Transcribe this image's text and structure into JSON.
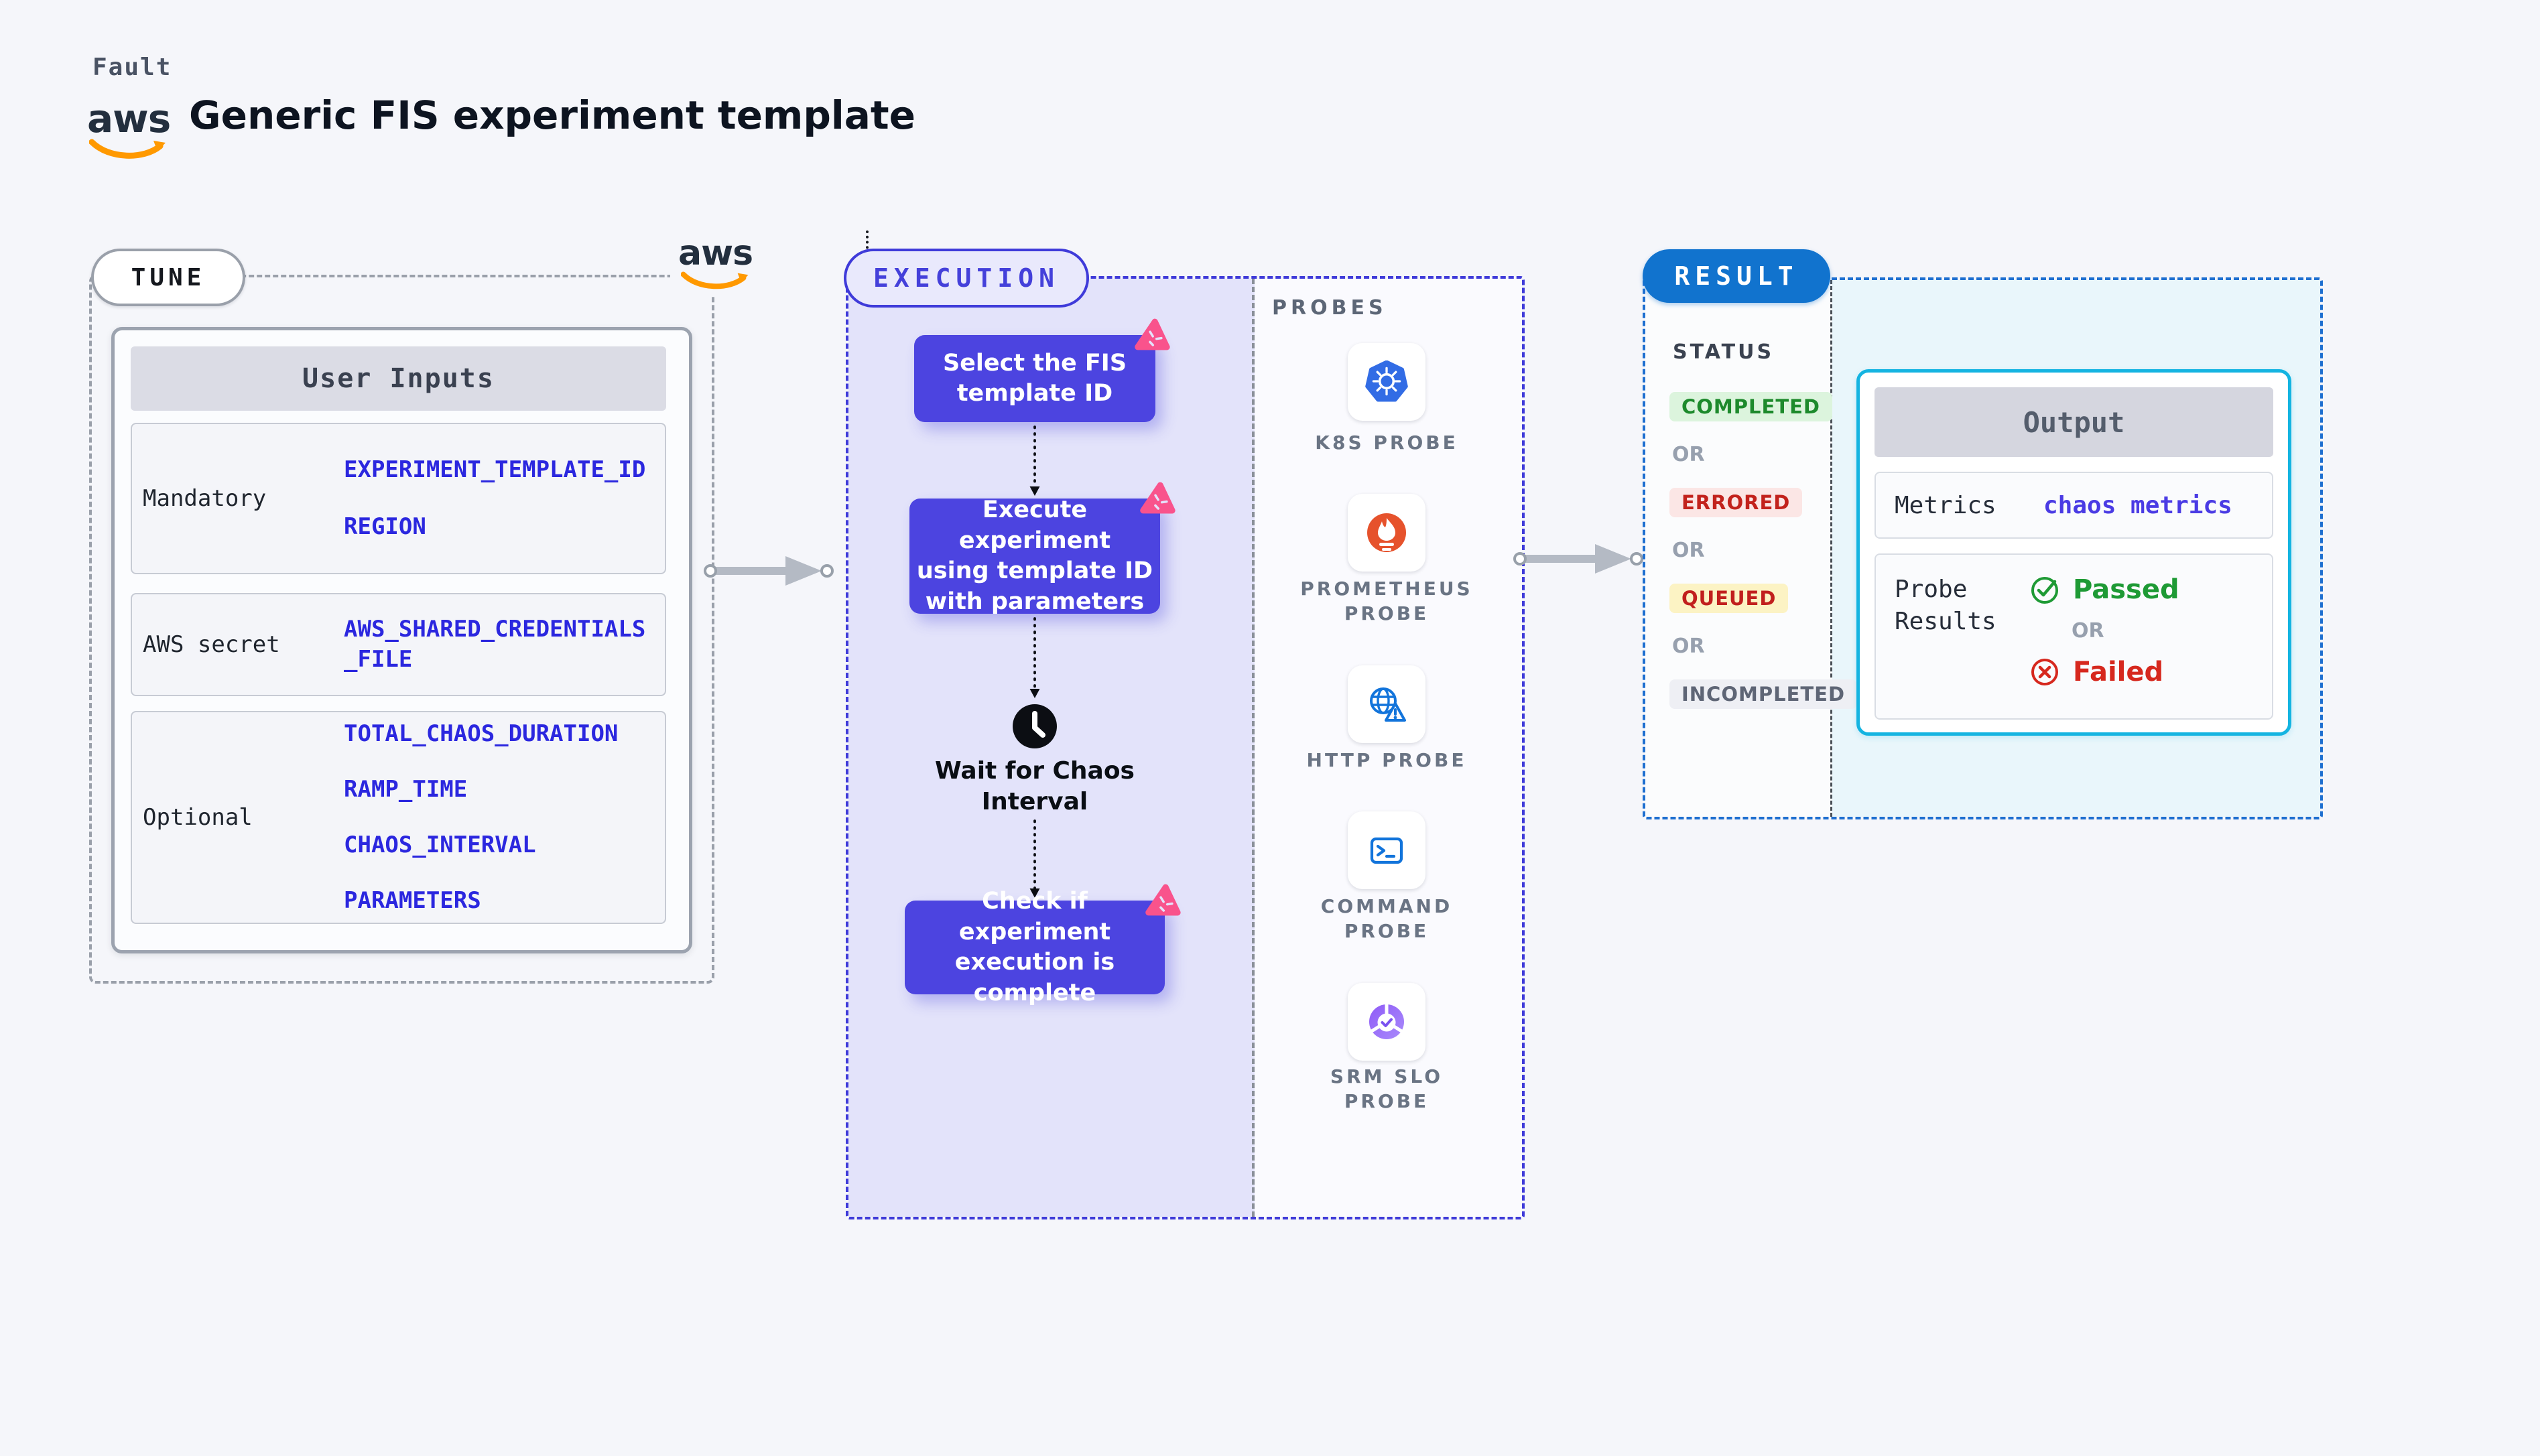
{
  "colors": {
    "page_bg": "#F5F6FA",
    "aws_navy": "#232F3E",
    "aws_orange": "#FF9900",
    "gray_dash": "#9AA0AA",
    "purple_border": "#3F3BD9",
    "purple_panel": "#E3E3FA",
    "purple_node": "#4C44E0",
    "pink_badge": "#F9538C",
    "value_blue": "#2B27DF",
    "result_blue": "#1173CE",
    "result_dash": "#1E6FD0",
    "output_cyan": "#14B4E1",
    "green": "#1E9A35",
    "red": "#D6281E"
  },
  "header": {
    "brand": "Fault",
    "title": "Generic FIS experiment template",
    "aws_logo_text": "aws"
  },
  "tune": {
    "pill_label": "TUNE",
    "table": {
      "title": "User Inputs",
      "rows": [
        {
          "label": "Mandatory",
          "values": [
            "EXPERIMENT_TEMPLATE_ID",
            "REGION"
          ]
        },
        {
          "label": "AWS secret",
          "values": [
            "AWS_SHARED_CREDENTIALS\n_FILE"
          ]
        },
        {
          "label": "Optional",
          "values": [
            "TOTAL_CHAOS_DURATION",
            "RAMP_TIME",
            "CHAOS_INTERVAL",
            "PARAMETERS"
          ]
        }
      ]
    }
  },
  "execution": {
    "pill_label": "EXECUTION",
    "steps": {
      "select": "Select the FIS\ntemplate ID",
      "execute": "Execute experiment\nusing template ID\nwith parameters",
      "wait": "Wait for Chaos\nInterval",
      "check": "Check if experiment\nexecution is complete"
    }
  },
  "probes": {
    "heading": "PROBES",
    "items": [
      {
        "icon": "kubernetes-icon",
        "label": "K8S PROBE"
      },
      {
        "icon": "prometheus-icon",
        "label": "PROMETHEUS\nPROBE"
      },
      {
        "icon": "globe-warning-icon",
        "label": "HTTP PROBE"
      },
      {
        "icon": "terminal-icon",
        "label": "COMMAND\nPROBE"
      },
      {
        "icon": "slo-gauge-icon",
        "label": "SRM SLO\nPROBE"
      }
    ]
  },
  "result": {
    "pill_label": "RESULT",
    "status_heading": "STATUS",
    "or_label": "OR",
    "statuses": [
      {
        "label": "COMPLETED"
      },
      {
        "label": "ERRORED"
      },
      {
        "label": "QUEUED"
      },
      {
        "label": "INCOMPLETED"
      }
    ],
    "output": {
      "title": "Output",
      "metrics_label": "Metrics",
      "metrics_value": "chaos metrics",
      "probe_results_label": "Probe\nResults",
      "passed_label": "Passed",
      "or_label": "OR",
      "failed_label": "Failed"
    }
  }
}
